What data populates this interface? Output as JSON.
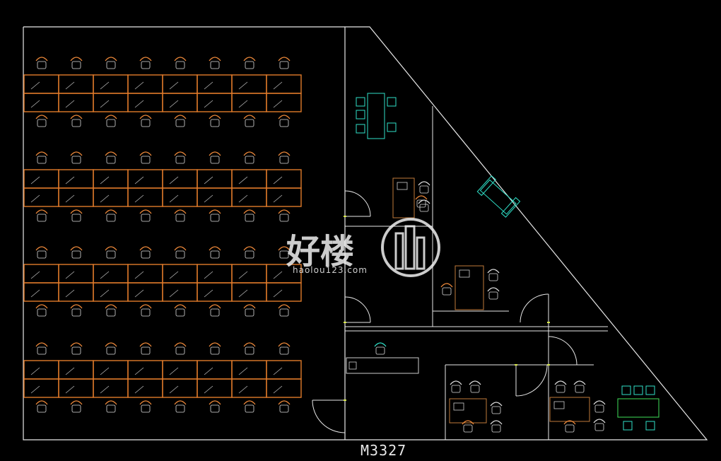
{
  "plan": {
    "drawing_code": "M3327",
    "colors": {
      "background": "#000000",
      "wall": "#e8e8e8",
      "open_desk": "#e07a2a",
      "chair_open": "#f08a3a",
      "room_furniture": "#c07a3a",
      "meeting": "#2fe0c8",
      "door": "#e8e8e8",
      "door_jamb": "#d8e84a",
      "watermark": "#e8e8e8"
    },
    "open_area": {
      "desk_rows": 4,
      "desk_columns": 8
    },
    "icons": [
      "chair-icon",
      "door-swing-icon",
      "meeting-table-icon",
      "sofa-icon",
      "sink-icon"
    ]
  },
  "watermark": {
    "brand_cn": "好楼",
    "brand_url": "haolou123.com"
  }
}
